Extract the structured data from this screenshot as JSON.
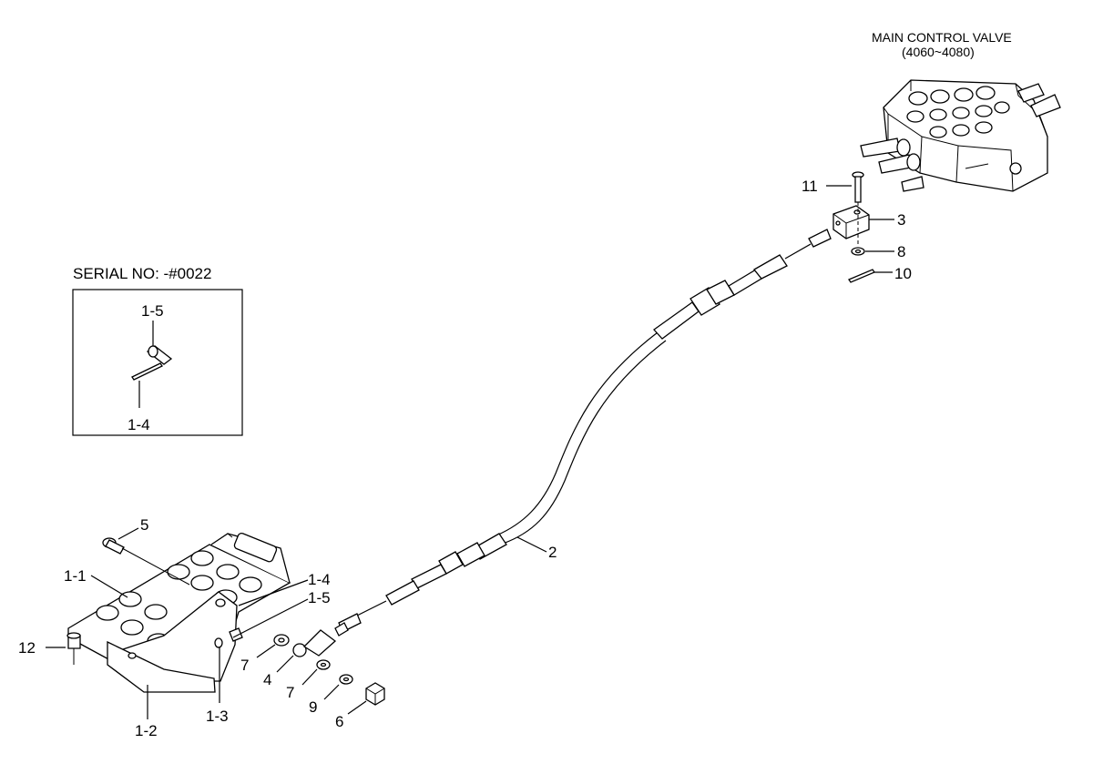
{
  "title": {
    "line1": "MAIN CONTROL VALVE",
    "line2": "(4060~4080)"
  },
  "inset": {
    "serial": "SERIAL NO: -#0022",
    "label_top": "1-5",
    "label_bottom": "1-4"
  },
  "callouts": {
    "c11": "11",
    "c3": "3",
    "c8": "8",
    "c10": "10",
    "c2": "2",
    "c5": "5",
    "c1_1": "1-1",
    "c1_4": "1-4",
    "c1_5": "1-5",
    "c12": "12",
    "c7a": "7",
    "c4": "4",
    "c7b": "7",
    "c9": "9",
    "c6": "6",
    "c1_2": "1-2",
    "c1_3": "1-3"
  }
}
